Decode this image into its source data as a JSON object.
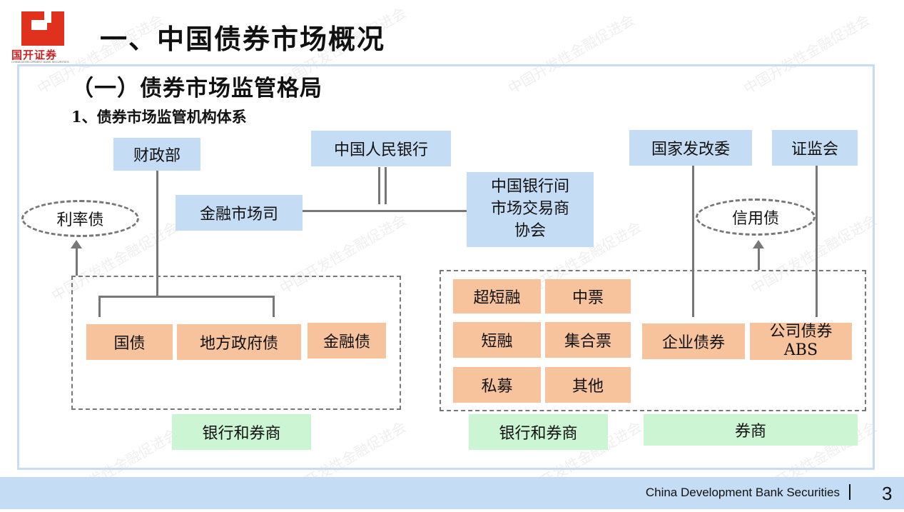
{
  "logo": {
    "cn": "国开证券",
    "en": "CHINA DEVELOPMENT BANK SECURITIES"
  },
  "page_title": "一、中国债券市场概况",
  "section_title": "（一）债券市场监管格局",
  "sub_title": "1、债券市场监管机构体系",
  "regulators": {
    "mof": "财政部",
    "pboc": "中国人民银行",
    "ndrc": "国家发改委",
    "csrc": "证监会",
    "fin_market_dept": "金融市场司",
    "nafmii": "中国银行间\n市场交易商\n协会"
  },
  "ellipses": {
    "rate_bond": "利率债",
    "credit_bond": "信用债"
  },
  "bonds_left": {
    "treasury": "国债",
    "local_gov": "地方政府债",
    "financial": "金融债"
  },
  "bonds_mid": {
    "scp": "超短融",
    "mtn": "中票",
    "cp": "短融",
    "collective": "集合票",
    "private": "私募",
    "other": "其他"
  },
  "bonds_right": {
    "enterprise": "企业债券",
    "corporate": "公司债券\nABS"
  },
  "underwriters": {
    "left": "银行和券商",
    "mid": "银行和券商",
    "right": "券商"
  },
  "watermark": "中国开发性金融促进会",
  "footer": {
    "company": "China Development Bank Securities",
    "page": "3"
  }
}
